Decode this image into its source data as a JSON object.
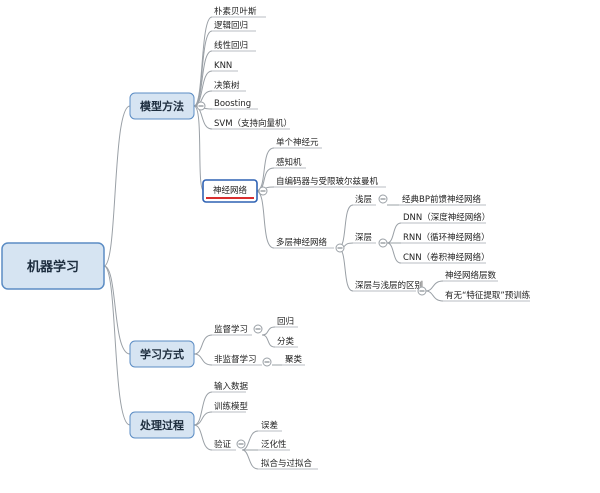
{
  "root": "机器学习",
  "branches": {
    "models": "模型方法",
    "learning": "学习方式",
    "process": "处理过程"
  },
  "models": {
    "naive_bayes": "朴素贝叶斯",
    "logistic": "逻辑回归",
    "linear": "线性回归",
    "knn": "KNN",
    "tree": "决策树",
    "boosting": "Boosting",
    "svm": "SVM（支持向量机）",
    "nn": "神经网络"
  },
  "nn": {
    "single": "单个神经元",
    "perceptron": "感知机",
    "autoenc": "自编码器与受限玻尔兹曼机",
    "multi": "多层神经网络"
  },
  "multi": {
    "shallow": "浅层",
    "deep": "深层",
    "diff": "深层与浅层的区别"
  },
  "shallow": {
    "bp": "经典BP前馈神经网络"
  },
  "deep": {
    "dnn": "DNN（深度神经网络）",
    "rnn": "RNN（循环神经网络）",
    "cnn": "CNN（卷积神经网络）"
  },
  "diff": {
    "layers": "神经网络层数",
    "pretrain": "有无“特征提取”预训练"
  },
  "learning": {
    "supervised": "监督学习",
    "unsupervised": "非监督学习",
    "regression": "回归",
    "classification": "分类",
    "clustering": "聚类"
  },
  "process": {
    "input": "输入数据",
    "train": "训练模型",
    "validate": "验证",
    "error": "误差",
    "generalization": "泛化性",
    "fit": "拟合与过拟合"
  },
  "colors": {
    "box_fill": "#d6e4f2",
    "box_stroke": "#5b8cc4",
    "selected": "#2f62b4",
    "underline_red": "#d92e2e",
    "connector": "#9aa0a6"
  }
}
